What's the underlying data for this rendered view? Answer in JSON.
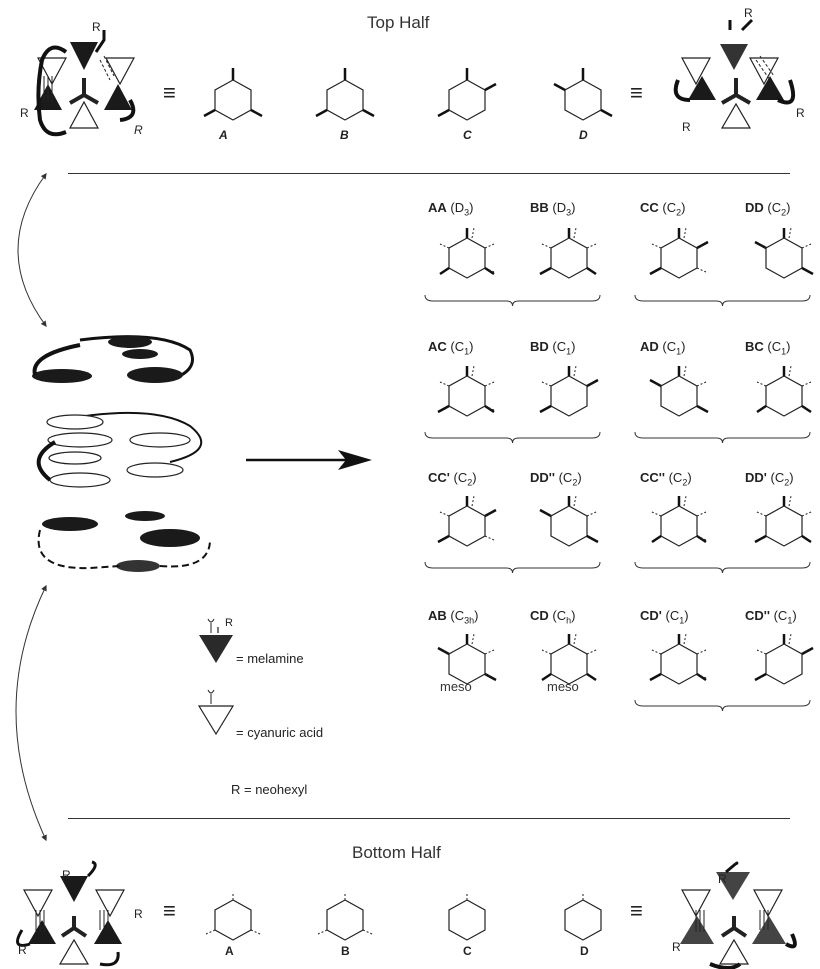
{
  "colors": {
    "ink": "#1a1a1a",
    "melamine": "#333333",
    "gray": "#555555"
  },
  "top": {
    "title": "Top Half",
    "r_label": "R",
    "equiv": "≡",
    "hex_labels": [
      "A",
      "B",
      "C",
      "D"
    ]
  },
  "bottom": {
    "title": "Bottom Half",
    "r_label": "R",
    "equiv": "≡",
    "hex_labels": [
      "A",
      "B",
      "C",
      "D"
    ]
  },
  "combos": [
    {
      "id": "AA",
      "sym": "D",
      "sub": "3"
    },
    {
      "id": "BB",
      "sym": "D",
      "sub": "3"
    },
    {
      "id": "CC",
      "sym": "C",
      "sub": "2"
    },
    {
      "id": "DD",
      "sym": "C",
      "sub": "2"
    },
    {
      "id": "AC",
      "sym": "C",
      "sub": "1"
    },
    {
      "id": "BD",
      "sym": "C",
      "sub": "1"
    },
    {
      "id": "AD",
      "sym": "C",
      "sub": "1"
    },
    {
      "id": "BC",
      "sym": "C",
      "sub": "1"
    },
    {
      "id": "CC'",
      "sym": "C",
      "sub": "2"
    },
    {
      "id": "DD''",
      "sym": "C",
      "sub": "2"
    },
    {
      "id": "CC''",
      "sym": "C",
      "sub": "2"
    },
    {
      "id": "DD'",
      "sym": "C",
      "sub": "2"
    },
    {
      "id": "AB",
      "sym": "C",
      "sub": "3h"
    },
    {
      "id": "CD",
      "sym": "C",
      "sub": "h"
    },
    {
      "id": "CD'",
      "sym": "C",
      "sub": "1"
    },
    {
      "id": "CD''",
      "sym": "C",
      "sub": "1"
    }
  ],
  "meso_labels": [
    "meso",
    "meso"
  ],
  "legend": {
    "melamine": "= melamine",
    "cyanuric": "= cyanuric acid",
    "r_def": "R = neohexyl",
    "r_label": "R"
  },
  "icons": [
    "double-arrow-icon",
    "right-arrow-icon",
    "melamine-triangle-icon",
    "cyanuric-triangle-icon"
  ]
}
